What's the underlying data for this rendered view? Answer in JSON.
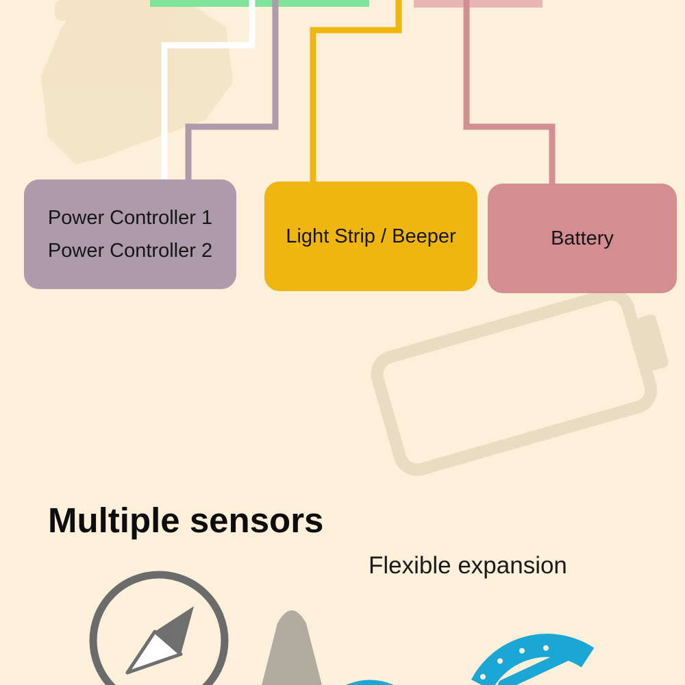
{
  "diagram": {
    "nodes": {
      "power": {
        "line1": "Power Controller 1",
        "line2": "Power Controller 2",
        "color": "#ad9aaa"
      },
      "light": {
        "label": "Light Strip / Beeper",
        "color": "#efb510"
      },
      "battery": {
        "label": "Battery",
        "color": "#d48e92"
      }
    },
    "wire_colors": {
      "white": "#ffffff",
      "mauve": "#ad9aaa",
      "yellow": "#efb510",
      "pink": "#d48e92"
    },
    "top_block_colors": {
      "green": "#7fe39a",
      "pink": "#e8b6b6"
    }
  },
  "section": {
    "heading": "Multiple sensors",
    "subheading": "Flexible expansion"
  },
  "icons": [
    "drone-watermark-icon",
    "battery-watermark-icon",
    "compass-icon",
    "sensor-probe-icon",
    "gauge-icon"
  ]
}
